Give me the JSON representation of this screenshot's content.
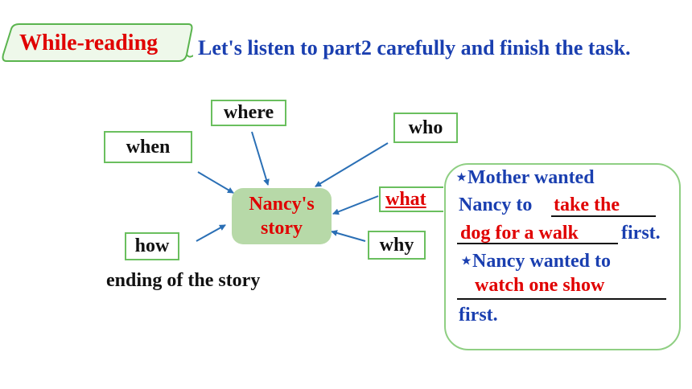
{
  "header": {
    "section_label": "While-reading",
    "instruction": "Let's listen to part2 carefully and finish the task."
  },
  "mindmap": {
    "center": {
      "line1": "Nancy's",
      "line2": "story"
    },
    "nodes": {
      "where": "where",
      "when": "when",
      "who": "who",
      "what": "what",
      "why": "why",
      "how": "how"
    },
    "ending_label": "ending of the story"
  },
  "task_card": {
    "line1": "⋆Mother wanted",
    "line2_prefix": "Nancy to",
    "answer1_part1": "take the",
    "answer1_part2": "dog for a walk",
    "line3_suffix": "first.",
    "line4": "⋆Nancy wanted to",
    "answer2": "watch one show",
    "line6": "first."
  },
  "colors": {
    "accent_red": "#e00000",
    "instruction_blue": "#1a3fb0",
    "border_green": "#6abf5e",
    "center_fill": "#b7d9a8",
    "arrow_blue": "#2a6fb5"
  }
}
